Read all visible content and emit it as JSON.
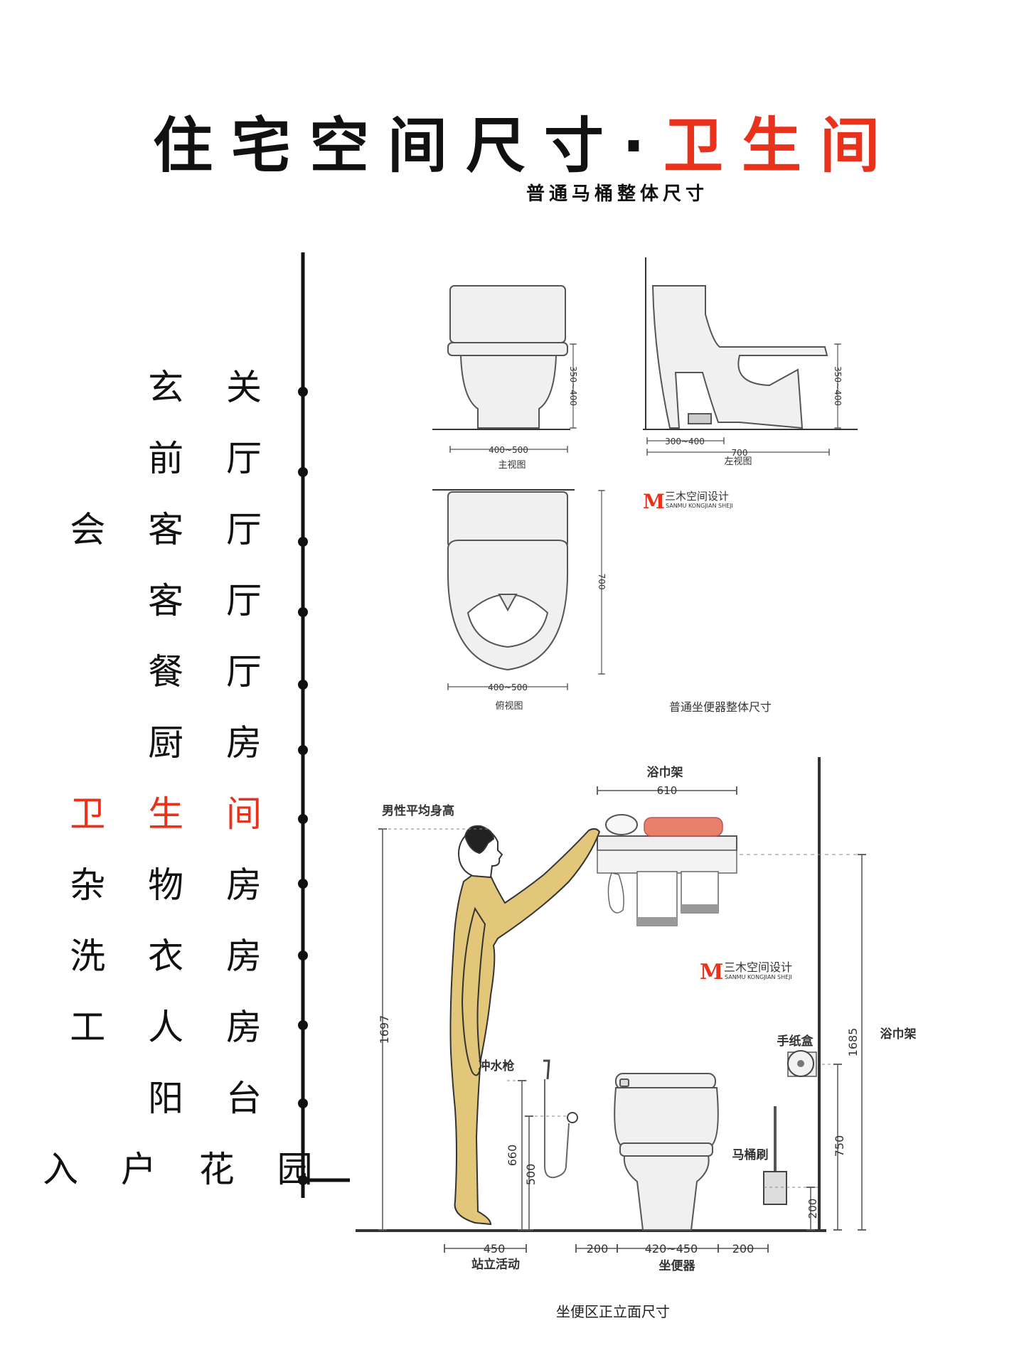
{
  "header": {
    "title_part1": "住宅空间尺寸",
    "title_sep": "·",
    "title_accent": "卫生间",
    "subtitle": "普通马桶整体尺寸"
  },
  "nav": {
    "items": [
      {
        "label": "玄 关",
        "active": false
      },
      {
        "label": "前 厅",
        "active": false
      },
      {
        "label": "会 客 厅",
        "active": false
      },
      {
        "label": "客 厅",
        "active": false
      },
      {
        "label": "餐 厅",
        "active": false
      },
      {
        "label": "厨 房",
        "active": false
      },
      {
        "label": "卫 生 间",
        "active": true
      },
      {
        "label": "杂 物 房",
        "active": false
      },
      {
        "label": "洗 衣 房",
        "active": false
      },
      {
        "label": "工 人 房",
        "active": false
      },
      {
        "label": "阳 台",
        "active": false
      },
      {
        "label": "入 户 花 园",
        "active": false
      }
    ],
    "active_color": "#e8321c"
  },
  "top_views": {
    "front": {
      "caption": "主视图",
      "width_dim": "400~500",
      "height_dim": "350~400"
    },
    "side": {
      "caption": "左视图",
      "depth_dim": "300~400",
      "length_dim": "700",
      "height_dim": "350~400"
    },
    "plan": {
      "caption": "俯视图",
      "width_dim": "400~500",
      "length_dim": "700"
    },
    "brand_name": "三木空间设计",
    "brand_sub": "SANMU KONGJIAN SHEJI",
    "section_caption": "普通坐便器整体尺寸"
  },
  "elevation": {
    "towel_rack_title": "浴巾架",
    "towel_rack_width": "610",
    "male_height_label": "男性平均身高",
    "male_height_dim": "1697",
    "towel_rack_height_dim": "1685",
    "towel_rack_side_label": "浴巾架",
    "paper_box_label": "手纸盒",
    "paper_box_height_dim": "750",
    "spray_gun_label": "冲水枪",
    "spray_gun_dims": [
      "660",
      "500"
    ],
    "brush_label": "马桶刷",
    "brush_height_dim": "200",
    "standing_dim": "450",
    "standing_label": "站立活动",
    "gap_left": "200",
    "toilet_width_dim": "420~450",
    "toilet_label": "坐便器",
    "gap_right": "200",
    "caption": "坐便区正立面尺寸"
  },
  "colors": {
    "accent": "#e8321c",
    "figure": "#e2c77a",
    "towel": "#e8806b"
  }
}
